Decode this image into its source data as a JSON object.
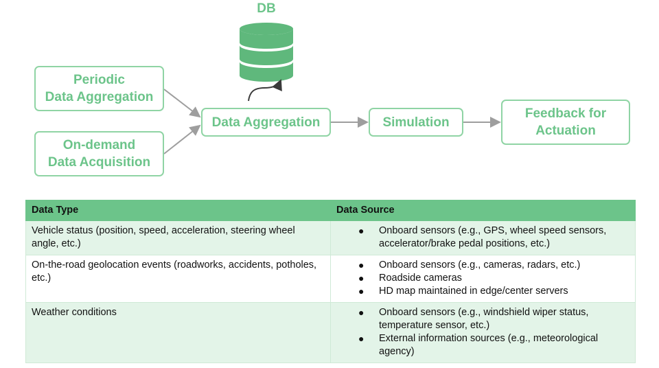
{
  "diagram": {
    "db_label": "DB",
    "boxes": {
      "periodic": "Periodic\nData Aggregation",
      "ondemand": "On-demand\nData Acquisition",
      "aggregation": "Data Aggregation",
      "simulation": "Simulation",
      "feedback": "Feedback for\nActuation"
    },
    "colors": {
      "accent": "#6cc48a",
      "box_border": "#8fd4a4",
      "arrow": "#9e9e9e",
      "db_dark": "#5fb87c"
    }
  },
  "table": {
    "headers": [
      "Data Type",
      "Data Source"
    ],
    "rows": [
      {
        "type": "Vehicle status (position, speed, acceleration, steering wheel angle, etc.)",
        "sources": [
          "Onboard sensors (e.g., GPS, wheel speed sensors, accelerator/brake pedal positions, etc.)"
        ]
      },
      {
        "type": "On-the-road geolocation events (roadworks, accidents, potholes, etc.)",
        "sources": [
          "Onboard sensors (e.g., cameras, radars, etc.)",
          "Roadside cameras",
          "HD map maintained in edge/center servers"
        ]
      },
      {
        "type": "Weather conditions",
        "sources": [
          "Onboard sensors (e.g., windshield wiper status, temperature sensor, etc.)",
          "External information sources (e.g., meteorological agency)"
        ]
      }
    ],
    "colors": {
      "header": "#6cc48a",
      "shaded_row": "#e3f4e8"
    }
  }
}
